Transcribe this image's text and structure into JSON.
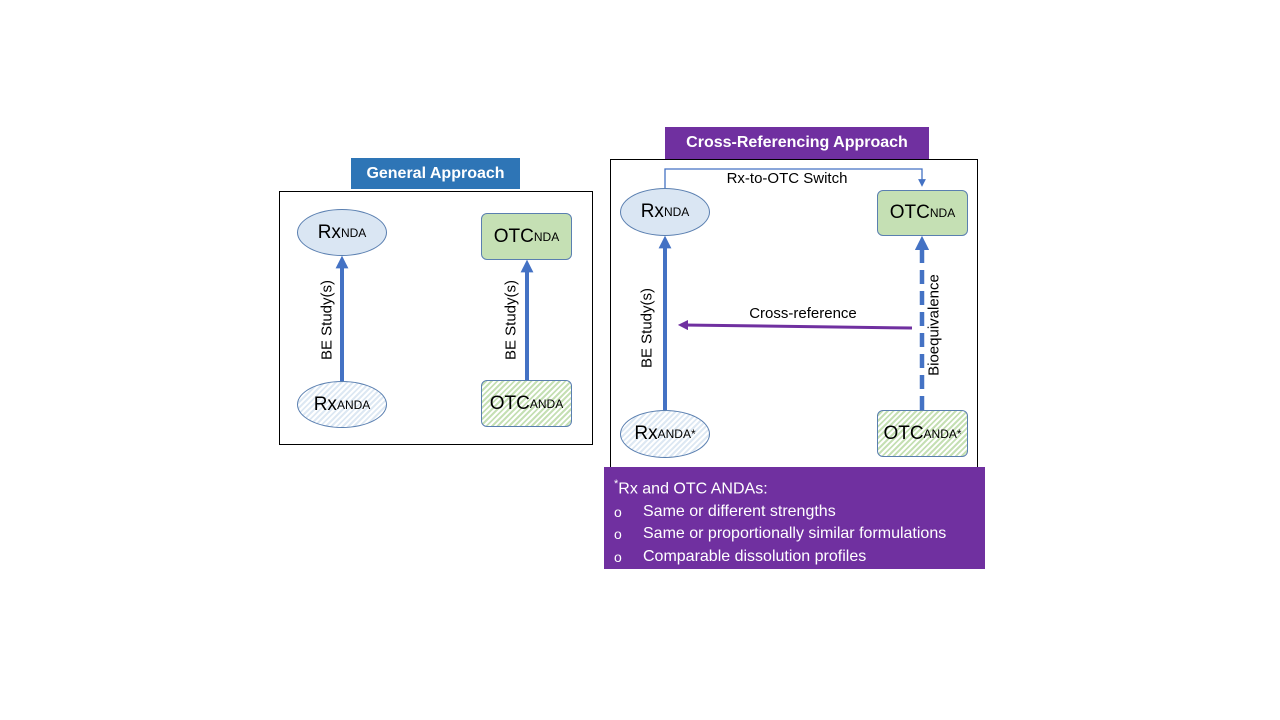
{
  "general": {
    "title": "General Approach",
    "rx_nda": {
      "main": "Rx",
      "sub": "NDA"
    },
    "otc_nda": {
      "main": "OTC",
      "sub": "NDA"
    },
    "rx_anda": {
      "main": "Rx",
      "sub": "ANDA"
    },
    "otc_anda": {
      "main": "OTC",
      "sub": "ANDA"
    },
    "left_arrow_label": "BE Study(s)",
    "right_arrow_label": "BE Study(s)"
  },
  "cross": {
    "title": "Cross-Referencing Approach",
    "rx_nda": {
      "main": "Rx",
      "sub": "NDA"
    },
    "otc_nda": {
      "main": "OTC",
      "sub": "NDA"
    },
    "rx_anda": {
      "main": "Rx",
      "sub": "ANDA*"
    },
    "otc_anda": {
      "main": "OTC",
      "sub": "ANDA*"
    },
    "switch_label": "Rx-to-OTC Switch",
    "be_label": "BE Study(s)",
    "bioeq_label": "Bioequivalence",
    "crossref_label": "Cross-reference"
  },
  "note": {
    "star": "*",
    "heading": "Rx and OTC ANDAs:",
    "bullet_symbol": "o",
    "items": [
      "Same or different strengths",
      "Same or proportionally similar formulations",
      "Comparable dissolution profiles"
    ]
  },
  "colors": {
    "blue_arrow": "#4472c4",
    "purple": "#7030a0",
    "title_blue": "#2e75b6",
    "green_fill": "#c5e0b4",
    "blue_fill": "#dae6f3"
  }
}
